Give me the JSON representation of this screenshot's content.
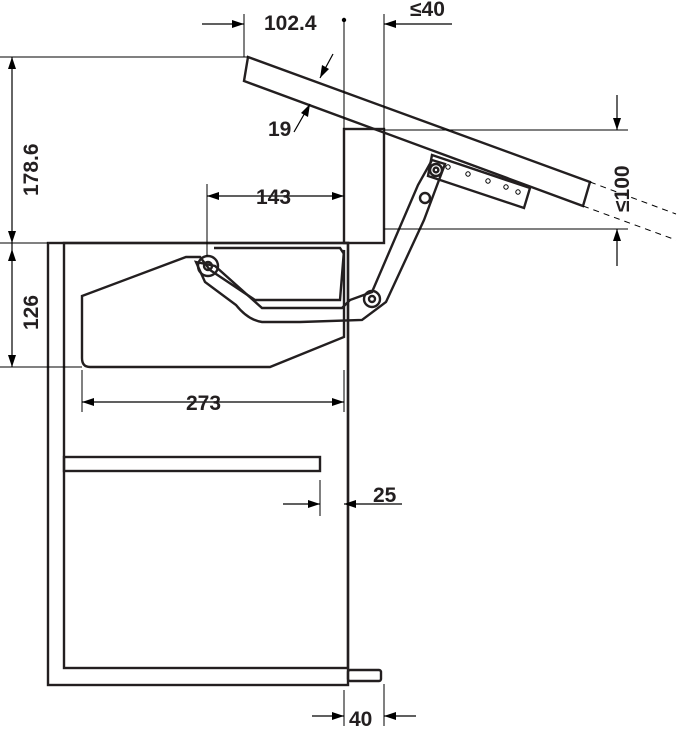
{
  "dimensions": {
    "flap_offset": "102.4",
    "max_overhang": "≤40",
    "flap_thickness": "19",
    "height_above_cabinet": "178.6",
    "max_clearance": "≤100",
    "pivot_to_side": "143",
    "fitting_height": "126",
    "fitting_length": "273",
    "setback": "25",
    "side_thickness": "40"
  }
}
